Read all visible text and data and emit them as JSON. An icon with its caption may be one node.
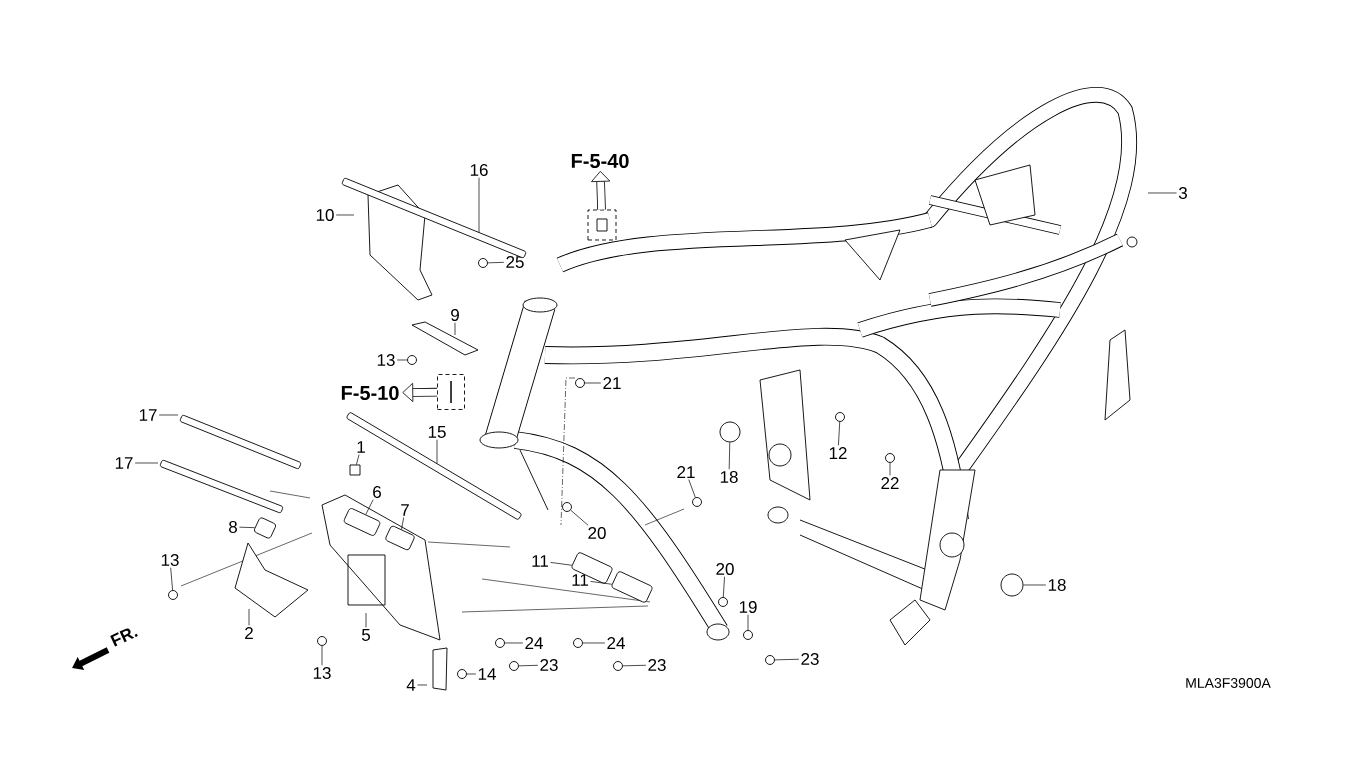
{
  "diagram": {
    "nodes": [
      {
        "text": [
          "16"
        ]
      },
      {
        "text": [
          "10"
        ]
      },
      {
        "text": [
          "25"
        ]
      },
      {
        "text": [
          "9"
        ]
      },
      {
        "text": [
          "13"
        ]
      },
      {
        "text": [
          "17"
        ]
      },
      {
        "text": [
          "15"
        ]
      },
      {
        "text": [
          "1"
        ]
      },
      {
        "text": [
          "17"
        ]
      },
      {
        "text": [
          "6"
        ]
      },
      {
        "text": [
          "7"
        ]
      },
      {
        "text": [
          "8"
        ]
      },
      {
        "text": [
          "13"
        ]
      },
      {
        "text": [
          "2"
        ]
      },
      {
        "text": [
          "5"
        ]
      },
      {
        "text": [
          "13"
        ]
      },
      {
        "text": [
          "4"
        ]
      },
      {
        "text": [
          "14"
        ]
      },
      {
        "text": [
          "24"
        ]
      },
      {
        "text": [
          "23"
        ]
      },
      {
        "text": [
          "24"
        ]
      },
      {
        "text": [
          "23"
        ]
      },
      {
        "text": [
          "21"
        ]
      },
      {
        "text": [
          "20"
        ]
      },
      {
        "text": [
          "11"
        ]
      },
      {
        "text": [
          "11"
        ]
      },
      {
        "text": [
          "21"
        ]
      },
      {
        "text": [
          "20"
        ]
      },
      {
        "text": [
          "19"
        ]
      },
      {
        "text": [
          "23"
        ]
      },
      {
        "text": [
          "18"
        ]
      },
      {
        "text": [
          "12"
        ]
      },
      {
        "text": [
          "22"
        ]
      },
      {
        "text": [
          "3"
        ]
      },
      {
        "text": [
          "18"
        ]
      },
      {
        "text": [
          "F-5-40"
        ]
      },
      {
        "text": [],
        "shape": "box"
      },
      {
        "text": [
          "F-5-10"
        ]
      },
      {
        "text": [],
        "shape": "box"
      },
      {
        "text": [],
        "shape": "circle"
      },
      {
        "text": [],
        "shape": "circle"
      },
      {
        "text": [],
        "shape": "box"
      },
      {
        "text": [],
        "shape": "cylinder"
      },
      {
        "text": [],
        "shape": "cylinder"
      },
      {
        "text": [],
        "shape": "cylinder"
      },
      {
        "text": [],
        "shape": "circle"
      },
      {
        "text": [],
        "shape": "circle"
      },
      {
        "text": [],
        "shape": "circle"
      },
      {
        "text": [],
        "shape": "circle"
      },
      {
        "text": [],
        "shape": "circle"
      },
      {
        "text": [],
        "shape": "circle"
      },
      {
        "text": [],
        "shape": "circle"
      },
      {
        "text": [],
        "shape": "circle"
      },
      {
        "text": [],
        "shape": "circle"
      },
      {
        "text": [],
        "shape": "cylinder"
      },
      {
        "text": [],
        "shape": "cylinder"
      },
      {
        "text": [],
        "shape": "circle"
      },
      {
        "text": [],
        "shape": "circle"
      },
      {
        "text": [],
        "shape": "circle"
      },
      {
        "text": [],
        "shape": "circle"
      },
      {
        "text": [],
        "shape": "circle"
      },
      {
        "text": [],
        "shape": "circle"
      },
      {
        "text": [],
        "shape": "circle"
      },
      {
        "text": [],
        "shape": "circle"
      },
      {
        "text": [],
        "shape": "bar"
      },
      {
        "text": [],
        "shape": "bar"
      },
      {
        "text": [],
        "shape": "bar"
      },
      {
        "text": [],
        "shape": "bar"
      }
    ],
    "edges": [
      {
        "from": 0,
        "to": 64,
        "arrow": "none"
      },
      {
        "from": 1,
        "to": null,
        "arrow": "none"
      },
      {
        "from": 2,
        "to": 39,
        "arrow": "none"
      },
      {
        "from": 3,
        "to": null,
        "arrow": "none"
      },
      {
        "from": 4,
        "to": 40,
        "arrow": "none"
      },
      {
        "from": 5,
        "to": 65,
        "arrow": "none"
      },
      {
        "from": 6,
        "to": 67,
        "arrow": "none"
      },
      {
        "from": 7,
        "to": 41,
        "arrow": "none"
      },
      {
        "from": 8,
        "to": 66,
        "arrow": "none"
      },
      {
        "from": 9,
        "to": 42,
        "arrow": "none"
      },
      {
        "from": 10,
        "to": 43,
        "arrow": "none"
      },
      {
        "from": 11,
        "to": 44,
        "arrow": "none"
      },
      {
        "from": 12,
        "to": 45,
        "arrow": "none"
      },
      {
        "from": 13,
        "to": null,
        "arrow": "none"
      },
      {
        "from": 14,
        "to": null,
        "arrow": "none"
      },
      {
        "from": 15,
        "to": 46,
        "arrow": "none"
      },
      {
        "from": 16,
        "to": null,
        "arrow": "none"
      },
      {
        "from": 17,
        "to": 47,
        "arrow": "none"
      },
      {
        "from": 18,
        "to": 48,
        "arrow": "none"
      },
      {
        "from": 19,
        "to": 49,
        "arrow": "none"
      },
      {
        "from": 20,
        "to": 50,
        "arrow": "none"
      },
      {
        "from": 21,
        "to": 51,
        "arrow": "none"
      },
      {
        "from": 22,
        "to": 52,
        "arrow": "none"
      },
      {
        "from": 23,
        "to": 53,
        "arrow": "none"
      },
      {
        "from": 24,
        "to": 54,
        "arrow": "none"
      },
      {
        "from": 25,
        "to": 55,
        "arrow": "none"
      },
      {
        "from": 26,
        "to": 56,
        "arrow": "none"
      },
      {
        "from": 27,
        "to": 57,
        "arrow": "none"
      },
      {
        "from": 28,
        "to": 58,
        "arrow": "none"
      },
      {
        "from": 29,
        "to": 59,
        "arrow": "none"
      },
      {
        "from": 30,
        "to": 60,
        "arrow": "none"
      },
      {
        "from": 31,
        "to": 61,
        "arrow": "none"
      },
      {
        "from": 32,
        "to": 62,
        "arrow": "none"
      },
      {
        "from": 33,
        "to": null,
        "arrow": "none"
      },
      {
        "from": 34,
        "to": 63,
        "arrow": "none"
      },
      {
        "from": 36,
        "to": 35,
        "arrow": "to",
        "style": "thick"
      },
      {
        "from": 38,
        "to": 37,
        "arrow": "to",
        "style": "thick"
      }
    ],
    "labels": [
      "FR.",
      "MLA3F3900A"
    ]
  }
}
